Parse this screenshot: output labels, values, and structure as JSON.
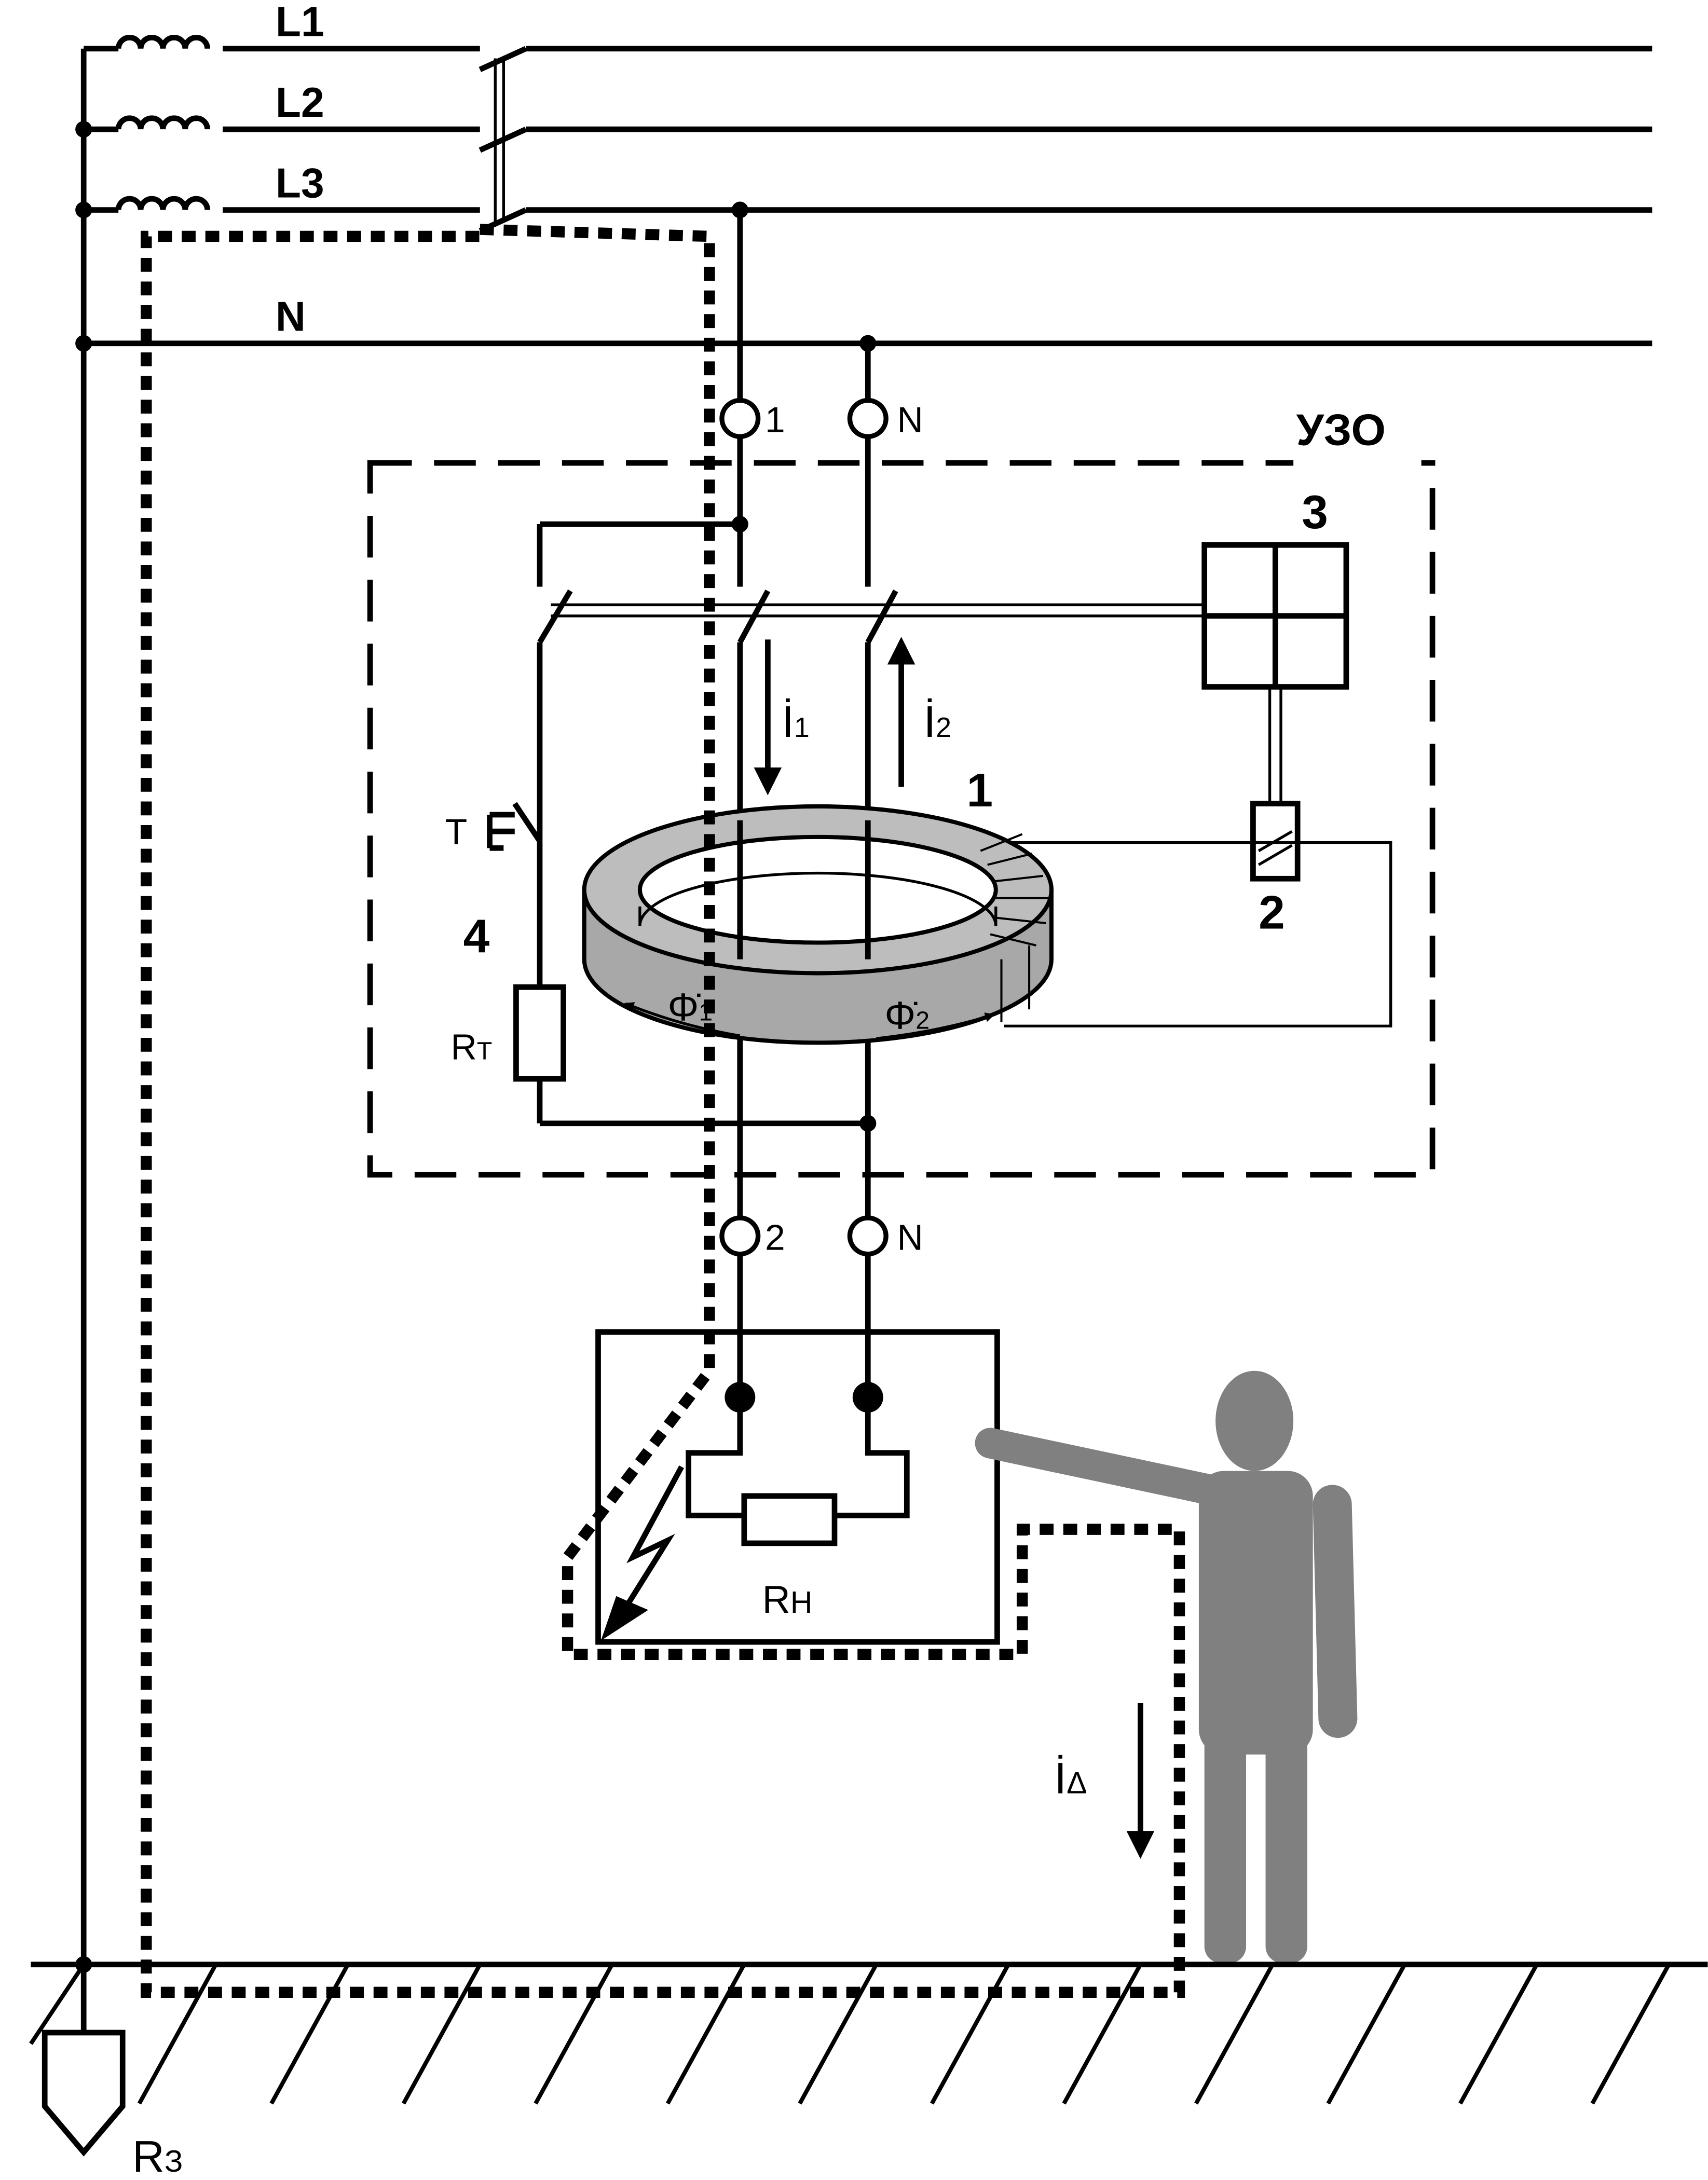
{
  "lines": {
    "l1": "L1",
    "l2": "L2",
    "l3": "L3",
    "n": "N"
  },
  "terminals": {
    "in_phase": "1",
    "in_neutral": "N",
    "out_phase": "2",
    "out_neutral": "N"
  },
  "device": {
    "title": "УЗО",
    "transformer_num": "1",
    "relay_num": "2",
    "mechanism_num": "3",
    "test_num": "4",
    "test_button": "T",
    "test_resistor": "R",
    "test_resistor_sub": "Т"
  },
  "currents": {
    "i1": "İ",
    "i1_sub": "1",
    "i2": "İ",
    "i2_sub": "2",
    "fault": "İ",
    "fault_sub": "Δ"
  },
  "fluxes": {
    "phi1": "Φ̇",
    "phi1_sub": "1",
    "phi2": "Φ̇",
    "phi2_sub": "2"
  },
  "load": {
    "label": "R",
    "sub": "Н"
  },
  "ground": {
    "label": "R",
    "sub": "З"
  },
  "colors": {
    "line": "#000000",
    "core": "#bdbdbd",
    "core_side": "#a8a8a8",
    "person": "#808080"
  }
}
